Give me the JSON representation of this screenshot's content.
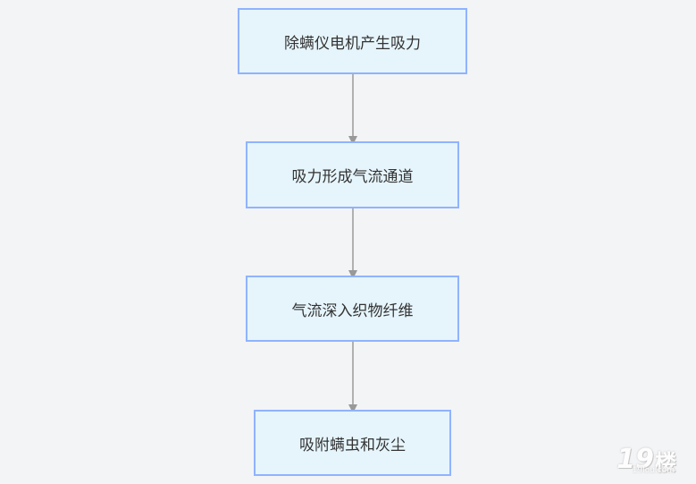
{
  "nodes": [
    {
      "label": "除螨仪电机产生吸力"
    },
    {
      "label": "吸力形成气流通道"
    },
    {
      "label": "气流深入织物纤维"
    },
    {
      "label": "吸附螨虫和灰尘"
    }
  ],
  "colors": {
    "background": "#f3f4f6",
    "node_fill": "#e6f5fc",
    "node_border": "#8fb3ff",
    "edge": "#999999",
    "text": "#333333"
  },
  "watermark": {
    "number": "19",
    "char": "楼",
    "site": "19lou.com"
  }
}
